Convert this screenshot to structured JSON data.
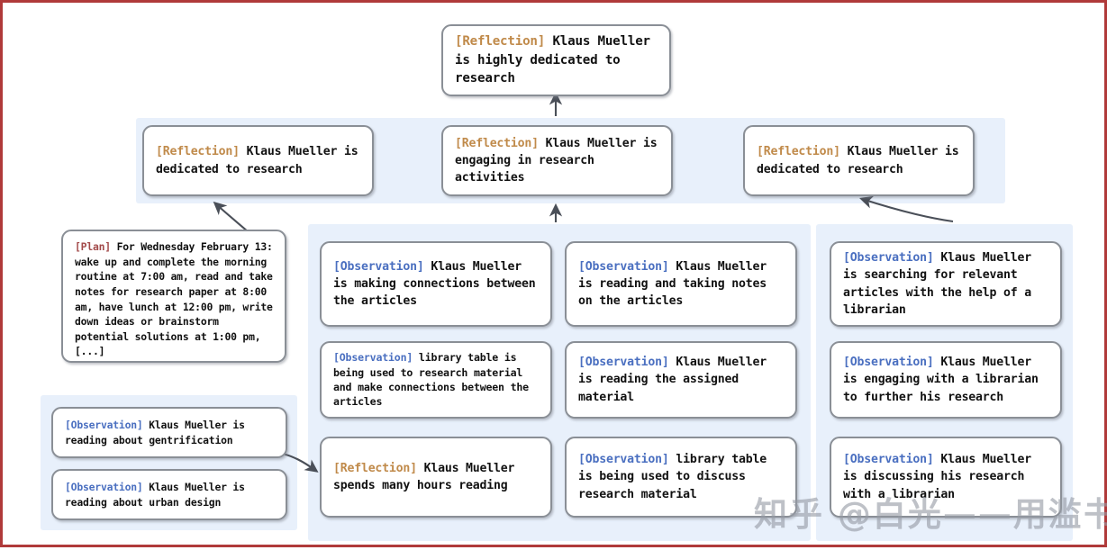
{
  "figure": {
    "border_color": "#b03a3a",
    "panel_bg": "#e8f0fb",
    "node_border": "#8a8f96",
    "tag_colors": {
      "reflection": "#c08a4a",
      "observation": "#4a6fc0",
      "plan": "#a34a4a"
    }
  },
  "top_node": {
    "tag": "[Reflection]",
    "text": " Klaus Mueller is highly dedicated to research"
  },
  "reflections": [
    {
      "tag": "[Reflection]",
      "text": " Klaus Mueller is dedicated to research"
    },
    {
      "tag": "[Reflection]",
      "text": " Klaus Mueller is engaging in research activities"
    },
    {
      "tag": "[Reflection]",
      "text": " Klaus Mueller is dedicated to research"
    }
  ],
  "plan_node": {
    "tag": "[Plan]",
    "text": " For Wednesday February 13: wake up and complete the morning routine at 7:00 am, read and take notes for research paper at 8:00 am, have lunch at 12:00 pm, write down ideas or brainstorm potential solutions at 1:00 pm, [...]"
  },
  "left_observations": [
    {
      "tag": "[Observation]",
      "text": " Klaus Mueller is reading about gentrification"
    },
    {
      "tag": "[Observation]",
      "text": " Klaus Mueller is reading about urban design"
    }
  ],
  "column_a": [
    {
      "tag": "[Observation]",
      "text": " Klaus Mueller is making connections between the articles"
    },
    {
      "tag": "[Observation]",
      "text": " library table is being used to research material and make connections between the articles"
    },
    {
      "tag": "[Reflection]",
      "text": " Klaus Mueller spends many hours reading"
    }
  ],
  "column_b": [
    {
      "tag": "[Observation]",
      "text": " Klaus Mueller is reading and taking notes on the articles"
    },
    {
      "tag": "[Observation]",
      "text": " Klaus Mueller is reading the assigned material"
    },
    {
      "tag": "[Observation]",
      "text": " library table is being used to discuss research material"
    }
  ],
  "column_c": [
    {
      "tag": "[Observation]",
      "text": " Klaus Mueller is searching for relevant articles with the help of a librarian"
    },
    {
      "tag": "[Observation]",
      "text": " Klaus Mueller is engaging with a librarian to further his research"
    },
    {
      "tag": "[Observation]",
      "text": " Klaus Mueller is discussing his research with a librarian"
    }
  ],
  "watermark": {
    "text": "知乎 @白光——用滥书生"
  }
}
